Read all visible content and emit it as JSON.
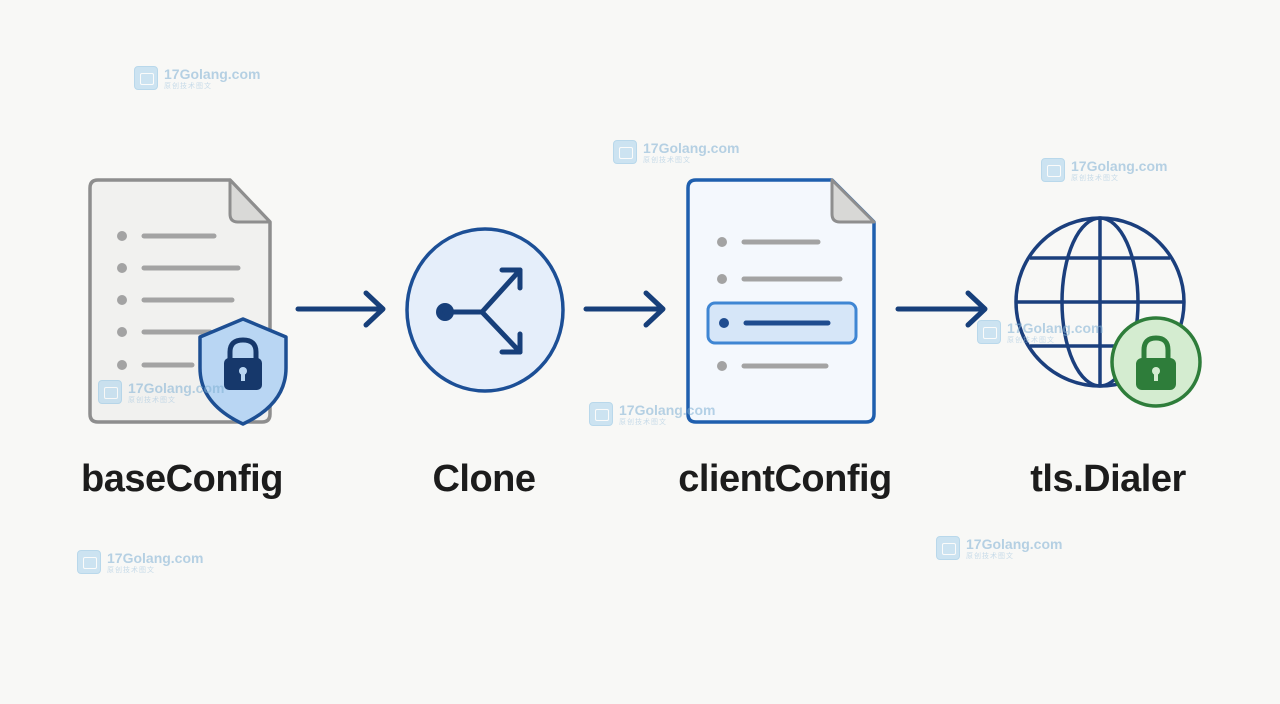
{
  "nodes": [
    {
      "id": "base",
      "label": "baseConfig",
      "icon": "document-shield-lock-icon"
    },
    {
      "id": "clone",
      "label": "Clone",
      "icon": "branch-split-icon"
    },
    {
      "id": "client",
      "label": "clientConfig",
      "icon": "document-highlighted-line-icon"
    },
    {
      "id": "dialer",
      "label": "tls.Dialer",
      "icon": "globe-lock-icon"
    }
  ],
  "edges": [
    {
      "from": "base",
      "to": "clone"
    },
    {
      "from": "clone",
      "to": "client"
    },
    {
      "from": "client",
      "to": "dialer"
    }
  ],
  "watermark": {
    "text": "17Golang.com",
    "subtext": "原创技术图文"
  },
  "colors": {
    "arrow": "#173f7a",
    "accent_blue": "#1f5fae",
    "light_blue": "#e3eefb",
    "gray": "#8e8e8e",
    "green": "#2e7d3a",
    "light_green": "#d9efd3"
  }
}
